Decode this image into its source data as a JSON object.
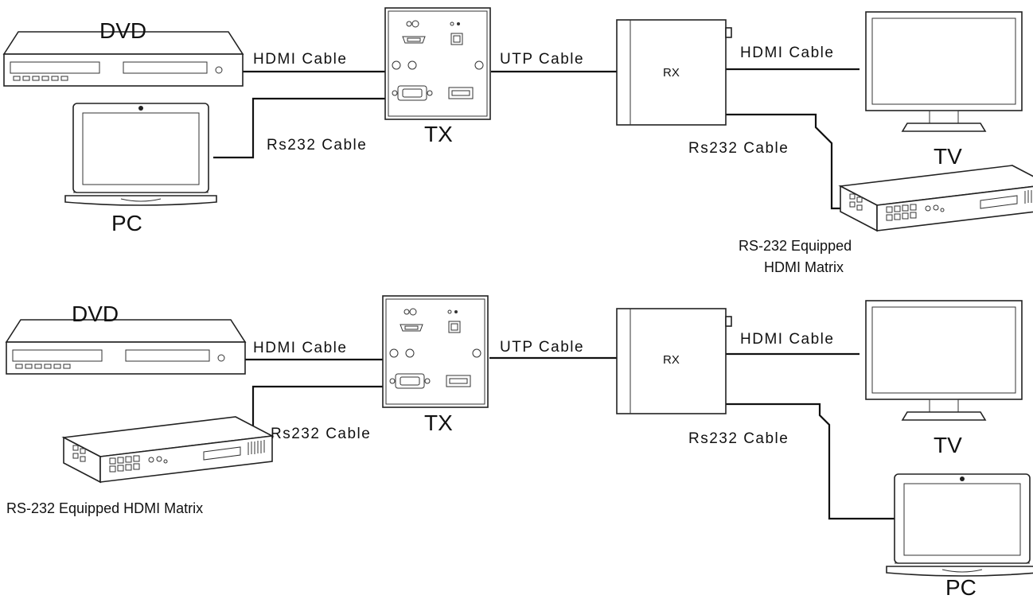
{
  "top": {
    "dvd_label": "DVD",
    "pc_label": "PC",
    "tx_label": "TX",
    "rx_label": "RX",
    "tv_label": "TV",
    "hdmi_cable_left": "HDMI Cable",
    "rs232_cable_left": "Rs232 Cable",
    "utp_cable": "UTP Cable",
    "hdmi_cable_right": "HDMI Cable",
    "rs232_cable_right": "Rs232 Cable",
    "matrix_label_line1": "RS-232 Equipped",
    "matrix_label_line2": "HDMI Matrix"
  },
  "bottom": {
    "dvd_label": "DVD",
    "tx_label": "TX",
    "rx_label": "RX",
    "tv_label": "TV",
    "pc_label": "PC",
    "hdmi_cable_left": "HDMI Cable",
    "rs232_cable_left": "Rs232 Cable",
    "utp_cable": "UTP Cable",
    "hdmi_cable_right": "HDMI Cable",
    "rs232_cable_right": "Rs232 Cable",
    "matrix_label": "RS-232 Equipped HDMI Matrix"
  },
  "colors": {
    "line": "#111111",
    "background": "#ffffff"
  }
}
